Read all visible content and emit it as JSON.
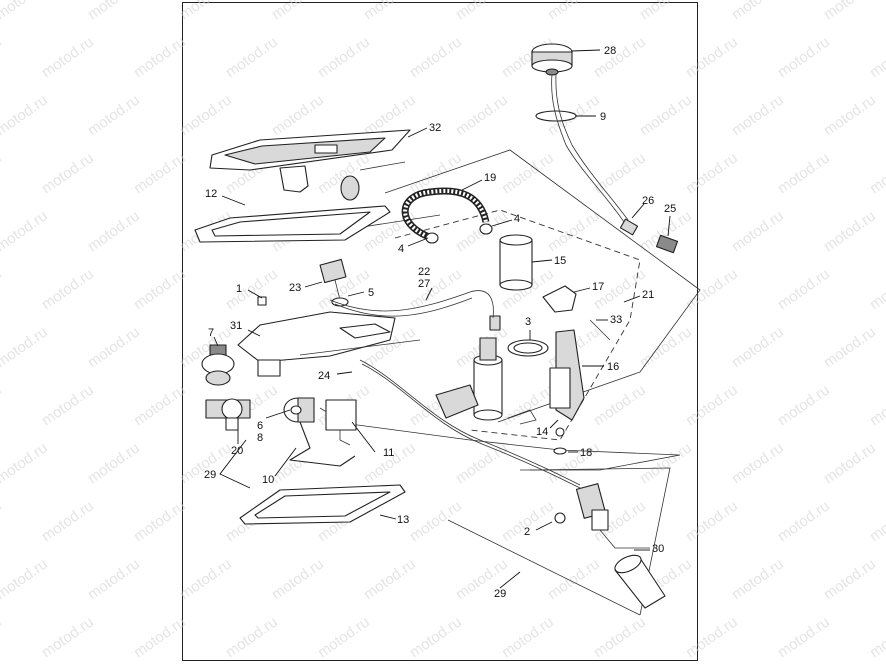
{
  "watermark": {
    "text": "motod.ru",
    "color": "#c8c8c8"
  },
  "callouts": [
    {
      "id": "c32",
      "text": "32"
    },
    {
      "id": "c12",
      "text": "12"
    },
    {
      "id": "c19",
      "text": "19"
    },
    {
      "id": "c4a",
      "text": "4"
    },
    {
      "id": "c4b",
      "text": "4"
    },
    {
      "id": "c15",
      "text": "15"
    },
    {
      "id": "c22",
      "text": "22"
    },
    {
      "id": "c27",
      "text": "27"
    },
    {
      "id": "c23",
      "text": "23"
    },
    {
      "id": "c5",
      "text": "5"
    },
    {
      "id": "c1",
      "text": "1"
    },
    {
      "id": "c31",
      "text": "31"
    },
    {
      "id": "c7",
      "text": "7"
    },
    {
      "id": "c24",
      "text": "24"
    },
    {
      "id": "c6",
      "text": "6"
    },
    {
      "id": "c8",
      "text": "8"
    },
    {
      "id": "c20",
      "text": "20"
    },
    {
      "id": "c29a",
      "text": "29"
    },
    {
      "id": "c10",
      "text": "10"
    },
    {
      "id": "c11",
      "text": "11"
    },
    {
      "id": "c13",
      "text": "13"
    },
    {
      "id": "c28",
      "text": "28"
    },
    {
      "id": "c9",
      "text": "9"
    },
    {
      "id": "c26",
      "text": "26"
    },
    {
      "id": "c25",
      "text": "25"
    },
    {
      "id": "c17",
      "text": "17"
    },
    {
      "id": "c21",
      "text": "21"
    },
    {
      "id": "c3",
      "text": "3"
    },
    {
      "id": "c33",
      "text": "33"
    },
    {
      "id": "c16",
      "text": "16"
    },
    {
      "id": "c14",
      "text": "14"
    },
    {
      "id": "c18",
      "text": "18"
    },
    {
      "id": "c2",
      "text": "2"
    },
    {
      "id": "c30",
      "text": "30"
    },
    {
      "id": "c29b",
      "text": "29"
    }
  ]
}
